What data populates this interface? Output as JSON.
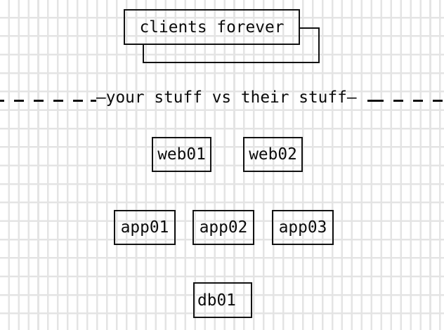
{
  "diagram": {
    "clients_box": {
      "label": "clients forever"
    },
    "divider": {
      "label": "—your stuff vs their stuff—"
    },
    "nodes": [
      {
        "id": "web01",
        "label": "web01"
      },
      {
        "id": "web02",
        "label": "web02"
      },
      {
        "id": "app01",
        "label": "app01"
      },
      {
        "id": "app02",
        "label": "app02"
      },
      {
        "id": "app03",
        "label": "app03"
      },
      {
        "id": "db01",
        "label": "db01"
      }
    ],
    "colors": {
      "ink": "#121212",
      "grid_line": "#e4e4e4",
      "background": "#ffffff"
    }
  }
}
